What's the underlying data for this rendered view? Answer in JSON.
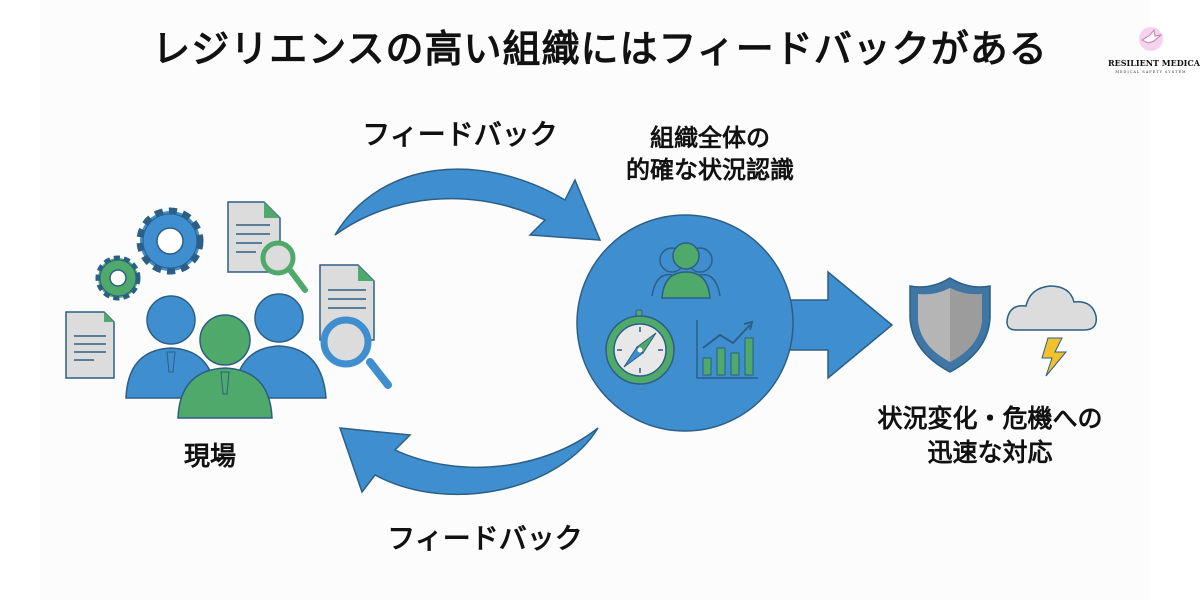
{
  "title": "レジリエンスの高い組織にはフィードバックがある",
  "logo": {
    "name": "RESILIENT MEDICAL",
    "subtitle": "MEDICAL SAFETY SYSTEM",
    "icon": "dove-icon"
  },
  "nodes": {
    "field": {
      "label": "現場",
      "icons": [
        "document-icon",
        "gear-icon",
        "people-icon",
        "magnifier-icon"
      ]
    },
    "awareness": {
      "label_line1": "組織全体の",
      "label_line2": "的確な状況認識",
      "icons": [
        "group-icon",
        "compass-icon",
        "bar-chart-icon"
      ]
    },
    "response": {
      "label_line1": "状況変化・危機への",
      "label_line2": "迅速な対応",
      "icons": [
        "shield-icon",
        "storm-cloud-icon"
      ]
    }
  },
  "edges": {
    "top": {
      "label": "フィードバック",
      "from": "現場",
      "to": "組織全体の的確な状況認識"
    },
    "bottom": {
      "label": "フィードバック",
      "from": "組織全体の的確な状況認識",
      "to": "現場"
    },
    "right": {
      "from": "組織全体の的確な状況認識",
      "to": "状況変化・危機への迅速な対応"
    }
  },
  "colors": {
    "blue": "#3f8fd0",
    "blue_dark": "#2c5f85",
    "green": "#4fa96a",
    "gray": "#d9d9d9",
    "yellow": "#f2c12e"
  }
}
